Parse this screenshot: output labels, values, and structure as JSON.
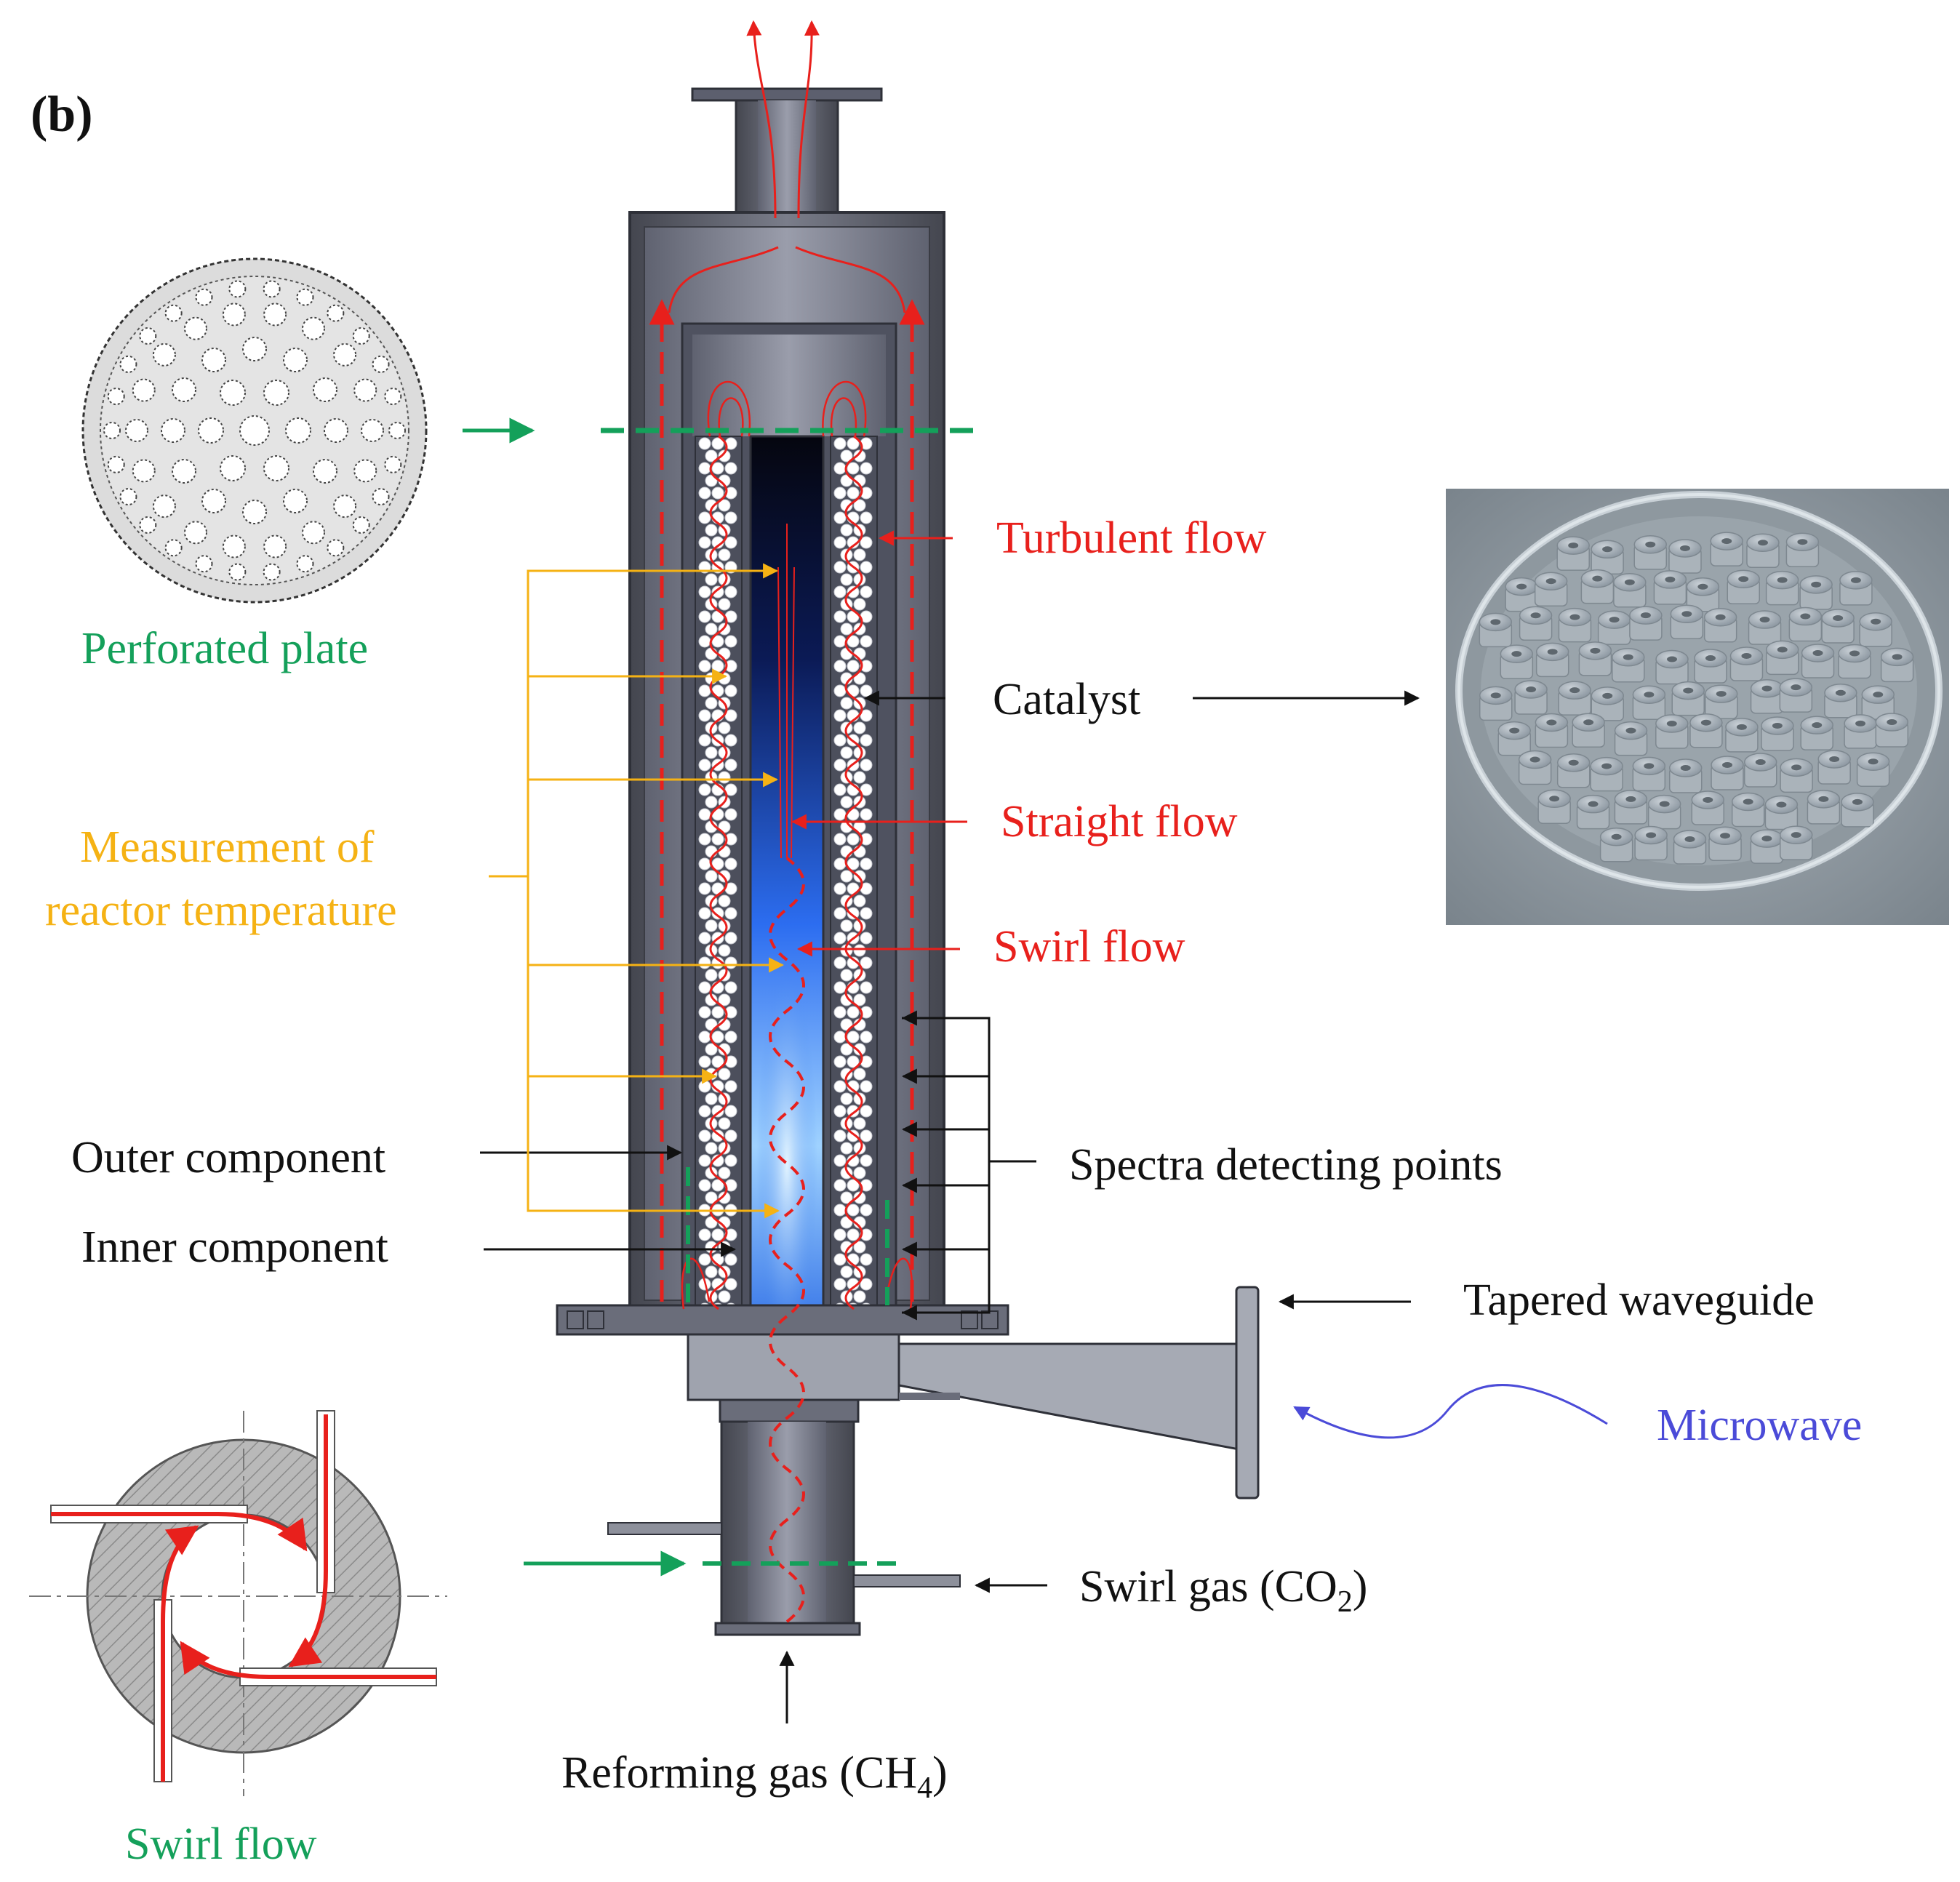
{
  "panel_label": "(b)",
  "labels": {
    "perforated_plate": "Perforated plate",
    "turbulent_flow": "Turbulent flow",
    "catalyst": "Catalyst",
    "straight_flow": "Straight flow",
    "swirl_flow_inner": "Swirl flow",
    "measurement_line1": "Measurement of",
    "measurement_line2": "reactor temperature",
    "spectra_points": "Spectra detecting points",
    "outer_component": "Outer component",
    "inner_component": "Inner component",
    "tapered_waveguide": "Tapered waveguide",
    "microwave": "Microwave",
    "swirl_gas_main": "Swirl gas (CO",
    "swirl_gas_sub": "2",
    "swirl_gas_end": ")",
    "reforming_gas_main": "Reforming gas (CH",
    "reforming_gas_sub": "4",
    "reforming_gas_end": ")",
    "swirl_flow_bottom": "Swirl flow"
  },
  "colors": {
    "red": "#e8201c",
    "green": "#14a05a",
    "orange": "#f5b214",
    "blue": "#4b4bd8",
    "metal": "#5c5f6e",
    "metal_dark": "#2e3038",
    "black": "#111111"
  }
}
